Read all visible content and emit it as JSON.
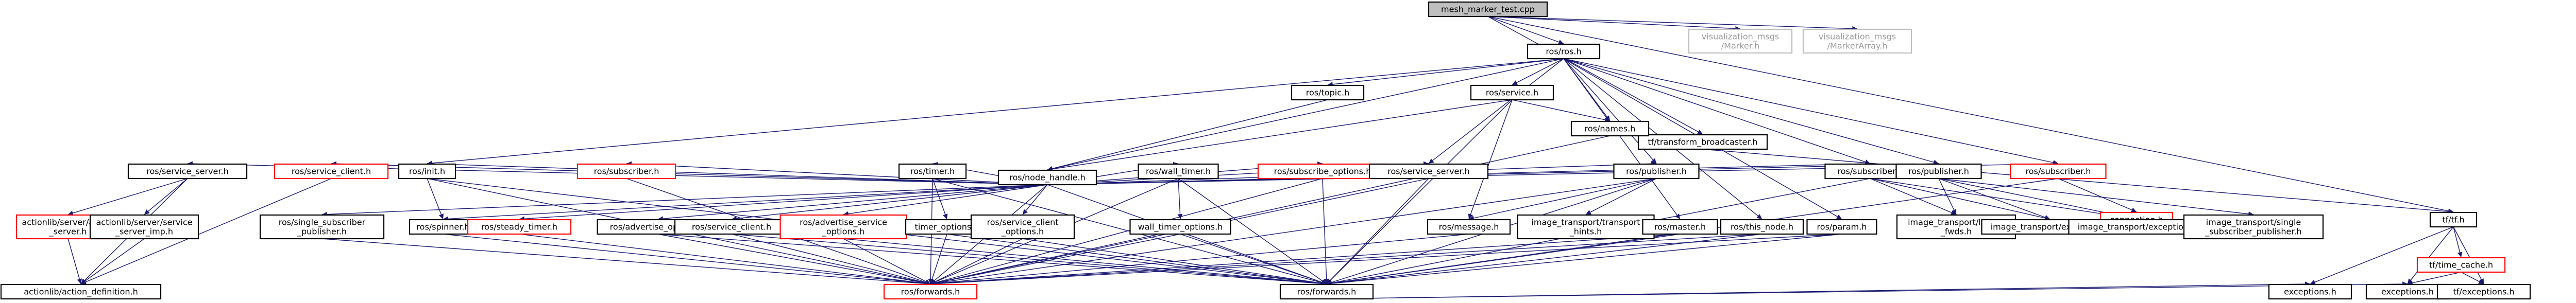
{
  "colors": {
    "edge": "#191970",
    "node_border": "#000000",
    "missing_border": "#ff0000",
    "external_border": "#bfbfbf",
    "external_text": "#9a9a9a",
    "root_fill": "#bfbfbf",
    "node_fill": "#ffffff",
    "text": "#000000"
  },
  "nodes": [
    {
      "id": "root",
      "kind": "root",
      "lines": [
        "mesh_marker_test.cpp"
      ]
    },
    {
      "id": "ros_h",
      "kind": "normal",
      "lines": [
        "ros/ros.h"
      ]
    },
    {
      "id": "vis_marker",
      "kind": "external",
      "lines": [
        "visualization_msgs",
        "/Marker.h"
      ]
    },
    {
      "id": "vis_markerarray",
      "kind": "external",
      "lines": [
        "visualization_msgs",
        "/MarkerArray.h"
      ]
    },
    {
      "id": "tf_broadcaster",
      "kind": "normal",
      "lines": [
        "tf/transform_broadcaster.h"
      ]
    },
    {
      "id": "ros_topic",
      "kind": "normal",
      "lines": [
        "ros/topic.h"
      ]
    },
    {
      "id": "ros_service",
      "kind": "normal",
      "lines": [
        "ros/service.h"
      ]
    },
    {
      "id": "ros_names",
      "kind": "normal",
      "lines": [
        "ros/names.h"
      ]
    },
    {
      "id": "ros_node_handle",
      "kind": "normal",
      "lines": [
        "ros/node_handle.h"
      ]
    },
    {
      "id": "ros_service_server",
      "kind": "normal",
      "lines": [
        "ros/service_server.h"
      ]
    },
    {
      "id": "ros_service_client_missing",
      "kind": "missing",
      "lines": [
        "ros/service_client.h"
      ]
    },
    {
      "id": "ros_init",
      "kind": "normal",
      "lines": [
        "ros/init.h"
      ]
    },
    {
      "id": "ros_subscriber_missing",
      "kind": "missing",
      "lines": [
        "ros/subscriber.h"
      ]
    },
    {
      "id": "ros_timer",
      "kind": "normal",
      "lines": [
        "ros/timer.h"
      ]
    },
    {
      "id": "ros_wall_timer",
      "kind": "normal",
      "lines": [
        "ros/wall_timer.h"
      ]
    },
    {
      "id": "ros_subscribe_options",
      "kind": "missing",
      "lines": [
        "ros/subscribe_options.h"
      ]
    },
    {
      "id": "ros_service_server2",
      "kind": "normal",
      "lines": [
        "ros/service_server.h"
      ]
    },
    {
      "id": "ros_publisher",
      "kind": "normal",
      "lines": [
        "ros/publisher.h"
      ]
    },
    {
      "id": "ros_subscriber",
      "kind": "normal",
      "lines": [
        "ros/subscriber.h"
      ]
    },
    {
      "id": "ros_publisher2",
      "kind": "normal",
      "lines": [
        "ros/publisher.h"
      ]
    },
    {
      "id": "ros_subscriber2",
      "kind": "missing",
      "lines": [
        "ros/subscriber.h"
      ]
    },
    {
      "id": "connection_h",
      "kind": "missing",
      "lines": [
        "connection.h"
      ]
    },
    {
      "id": "tf_h",
      "kind": "normal",
      "lines": [
        "tf/tf.h"
      ]
    },
    {
      "id": "action_server",
      "kind": "missing",
      "lines": [
        "actionlib/server/action",
        "_server.h"
      ]
    },
    {
      "id": "action_server_imp",
      "kind": "normal",
      "lines": [
        "actionlib/server/service",
        "_server_imp.h"
      ]
    },
    {
      "id": "action_definition",
      "kind": "normal",
      "lines": [
        "actionlib/action_definition.h"
      ]
    },
    {
      "id": "single_sub_pub",
      "kind": "normal",
      "lines": [
        "ros/single_subscriber",
        "_publisher.h"
      ]
    },
    {
      "id": "ros_spinner",
      "kind": "normal",
      "lines": [
        "ros/spinner.h"
      ]
    },
    {
      "id": "ros_steady_timer",
      "kind": "missing",
      "lines": [
        "ros/steady_timer.h"
      ]
    },
    {
      "id": "ros_advertise_options",
      "kind": "normal",
      "lines": [
        "ros/advertise_options.h"
      ]
    },
    {
      "id": "ros_service_client",
      "kind": "normal",
      "lines": [
        "ros/service_client.h"
      ]
    },
    {
      "id": "ros_advertise_service_options",
      "kind": "missing",
      "lines": [
        "ros/advertise_service",
        "_options.h"
      ]
    },
    {
      "id": "timer_options",
      "kind": "normal",
      "lines": [
        "timer_options.h"
      ]
    },
    {
      "id": "ros_service_client_options",
      "kind": "normal",
      "lines": [
        "ros/service_client",
        "_options.h"
      ]
    },
    {
      "id": "wall_timer_options",
      "kind": "normal",
      "lines": [
        "wall_timer_options.h"
      ]
    },
    {
      "id": "ros_message",
      "kind": "normal",
      "lines": [
        "ros/message.h"
      ]
    },
    {
      "id": "image_transport_fwds",
      "kind": "normal",
      "lines": [
        "image_transport/transport",
        "_hints.h"
      ]
    },
    {
      "id": "ros_master",
      "kind": "normal",
      "lines": [
        "ros/master.h"
      ]
    },
    {
      "id": "ros_this_node",
      "kind": "normal",
      "lines": [
        "ros/this_node.h"
      ]
    },
    {
      "id": "ros_param",
      "kind": "normal",
      "lines": [
        "ros/param.h"
      ]
    },
    {
      "id": "image_transport_loader",
      "kind": "normal",
      "lines": [
        "image_transport/loader",
        "_fwds.h"
      ]
    },
    {
      "id": "image_transport_exception",
      "kind": "normal",
      "lines": [
        "image_transport/exception.h"
      ]
    },
    {
      "id": "image_transport_exception2",
      "kind": "normal",
      "lines": [
        "image_transport/exception.h"
      ]
    },
    {
      "id": "image_transport_single",
      "kind": "normal",
      "lines": [
        "image_transport/single",
        "_subscriber_publisher.h"
      ]
    },
    {
      "id": "tf_time_cache",
      "kind": "missing",
      "lines": [
        "tf/time_cache.h"
      ]
    },
    {
      "id": "ros_forwards_missing",
      "kind": "missing",
      "lines": [
        "ros/forwards.h"
      ]
    },
    {
      "id": "ros_forwards",
      "kind": "normal",
      "lines": [
        "ros/forwards.h"
      ]
    },
    {
      "id": "exceptions_h",
      "kind": "normal",
      "lines": [
        "exceptions.h"
      ]
    },
    {
      "id": "exceptions_h2",
      "kind": "normal",
      "lines": [
        "exceptions.h"
      ]
    },
    {
      "id": "tf_exceptions",
      "kind": "normal",
      "lines": [
        "tf/exceptions.h"
      ]
    }
  ],
  "edges": [
    [
      "root",
      "ros_h"
    ],
    [
      "root",
      "vis_marker"
    ],
    [
      "root",
      "vis_markerarray"
    ],
    [
      "root",
      "tf_broadcaster"
    ],
    [
      "root",
      "tf_h"
    ],
    [
      "tf_broadcaster",
      "tf_h"
    ],
    [
      "ros_h",
      "ros_topic"
    ],
    [
      "ros_h",
      "ros_service"
    ],
    [
      "ros_h",
      "ros_names"
    ],
    [
      "ros_h",
      "ros_node_handle"
    ],
    [
      "ros_h",
      "ros_service_server2"
    ],
    [
      "ros_h",
      "ros_publisher"
    ],
    [
      "ros_h",
      "ros_subscriber"
    ],
    [
      "ros_h",
      "ros_publisher2"
    ],
    [
      "ros_h",
      "ros_subscriber2"
    ],
    [
      "ros_h",
      "ros_init"
    ],
    [
      "ros_h",
      "ros_master"
    ],
    [
      "ros_h",
      "ros_this_node"
    ],
    [
      "ros_h",
      "ros_param"
    ],
    [
      "ros_topic",
      "ros_node_handle"
    ],
    [
      "ros_service",
      "ros_node_handle"
    ],
    [
      "ros_service",
      "ros_names"
    ],
    [
      "ros_service",
      "ros_message"
    ],
    [
      "ros_service",
      "ros_forwards"
    ],
    [
      "ros_names",
      "ros_forwards_missing"
    ],
    [
      "ros_node_handle",
      "ros_service_server"
    ],
    [
      "ros_node_handle",
      "ros_service_client_missing"
    ],
    [
      "ros_node_handle",
      "ros_init"
    ],
    [
      "ros_node_handle",
      "ros_subscriber_missing"
    ],
    [
      "ros_node_handle",
      "ros_timer"
    ],
    [
      "ros_node_handle",
      "ros_wall_timer"
    ],
    [
      "ros_node_handle",
      "ros_subscribe_options"
    ],
    [
      "ros_node_handle",
      "ros_service_server2"
    ],
    [
      "ros_node_handle",
      "ros_publisher"
    ],
    [
      "ros_node_handle",
      "ros_subscriber"
    ],
    [
      "ros_node_handle",
      "ros_publisher2"
    ],
    [
      "ros_node_handle",
      "ros_subscriber2"
    ],
    [
      "ros_node_handle",
      "ros_advertise_options"
    ],
    [
      "ros_node_handle",
      "ros_service_client"
    ],
    [
      "ros_node_handle",
      "ros_advertise_service_options"
    ],
    [
      "ros_node_handle",
      "ros_steady_timer"
    ],
    [
      "ros_node_handle",
      "ros_spinner"
    ],
    [
      "ros_node_handle",
      "ros_service_client_options"
    ],
    [
      "ros_node_handle",
      "single_sub_pub"
    ],
    [
      "ros_node_handle",
      "ros_forwards_missing"
    ],
    [
      "ros_node_handle",
      "ros_forwards"
    ],
    [
      "ros_service_server",
      "action_server"
    ],
    [
      "ros_service_server",
      "action_server_imp"
    ],
    [
      "ros_service_server",
      "action_definition"
    ],
    [
      "ros_service_client_missing",
      "action_definition"
    ],
    [
      "ros_init",
      "ros_spinner"
    ],
    [
      "ros_init",
      "ros_forwards_missing"
    ],
    [
      "ros_init",
      "ros_forwards"
    ],
    [
      "ros_subscriber_missing",
      "ros_forwards_missing"
    ],
    [
      "ros_timer",
      "timer_options"
    ],
    [
      "ros_timer",
      "ros_forwards_missing"
    ],
    [
      "ros_timer",
      "ros_forwards"
    ],
    [
      "ros_wall_timer",
      "wall_timer_options"
    ],
    [
      "ros_wall_timer",
      "ros_forwards_missing"
    ],
    [
      "ros_wall_timer",
      "ros_forwards"
    ],
    [
      "ros_subscribe_options",
      "ros_forwards_missing"
    ],
    [
      "ros_subscribe_options",
      "ros_forwards"
    ],
    [
      "ros_service_server2",
      "ros_forwards_missing"
    ],
    [
      "ros_service_server2",
      "ros_forwards"
    ],
    [
      "ros_publisher",
      "ros_message"
    ],
    [
      "ros_publisher",
      "image_transport_fwds"
    ],
    [
      "ros_publisher",
      "ros_forwards_missing"
    ],
    [
      "ros_publisher",
      "ros_forwards"
    ],
    [
      "ros_subscriber",
      "image_transport_loader"
    ],
    [
      "ros_subscriber",
      "image_transport_exception"
    ],
    [
      "ros_subscriber",
      "image_transport_exception2"
    ],
    [
      "ros_subscriber",
      "ros_forwards"
    ],
    [
      "ros_publisher2",
      "image_transport_loader"
    ],
    [
      "ros_publisher2",
      "image_transport_exception"
    ],
    [
      "ros_publisher2",
      "image_transport_exception2"
    ],
    [
      "ros_publisher2",
      "image_transport_single"
    ],
    [
      "ros_subscriber2",
      "connection_h"
    ],
    [
      "ros_subscriber2",
      "ros_forwards"
    ],
    [
      "action_server",
      "action_definition"
    ],
    [
      "action_server_imp",
      "action_definition"
    ],
    [
      "single_sub_pub",
      "ros_forwards_missing"
    ],
    [
      "ros_spinner",
      "ros_forwards_missing"
    ],
    [
      "ros_steady_timer",
      "ros_forwards_missing"
    ],
    [
      "ros_advertise_options",
      "ros_forwards_missing"
    ],
    [
      "ros_advertise_options",
      "ros_forwards"
    ],
    [
      "ros_service_client",
      "ros_forwards_missing"
    ],
    [
      "ros_service_client",
      "ros_forwards"
    ],
    [
      "ros_advertise_service_options",
      "ros_forwards_missing"
    ],
    [
      "ros_advertise_service_options",
      "ros_forwards"
    ],
    [
      "timer_options",
      "ros_forwards_missing"
    ],
    [
      "timer_options",
      "ros_forwards"
    ],
    [
      "ros_service_client_options",
      "ros_forwards_missing"
    ],
    [
      "ros_service_client_options",
      "ros_forwards"
    ],
    [
      "wall_timer_options",
      "ros_forwards_missing"
    ],
    [
      "wall_timer_options",
      "ros_forwards"
    ],
    [
      "ros_message",
      "ros_forwards_missing"
    ],
    [
      "ros_master",
      "ros_forwards_missing"
    ],
    [
      "ros_master",
      "ros_forwards"
    ],
    [
      "ros_this_node",
      "ros_forwards_missing"
    ],
    [
      "ros_this_node",
      "ros_forwards"
    ],
    [
      "ros_param",
      "ros_forwards_missing"
    ],
    [
      "ros_param",
      "ros_forwards"
    ],
    [
      "ros_forwards",
      "exceptions_h"
    ],
    [
      "ros_forwards",
      "exceptions_h2"
    ],
    [
      "tf_h",
      "tf_time_cache"
    ],
    [
      "tf_h",
      "exceptions_h"
    ],
    [
      "tf_h",
      "exceptions_h2"
    ],
    [
      "tf_h",
      "tf_exceptions"
    ],
    [
      "tf_time_cache",
      "exceptions_h2"
    ],
    [
      "tf_time_cache",
      "tf_exceptions"
    ]
  ]
}
